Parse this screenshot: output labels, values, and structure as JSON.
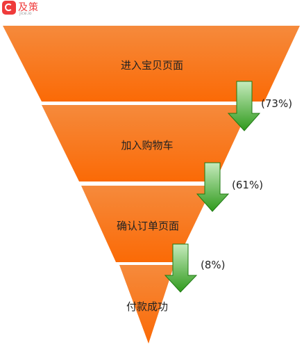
{
  "brand": {
    "name": "及策",
    "sub": "jice.io",
    "color": "#ef3b3b"
  },
  "funnel": {
    "stages": [
      {
        "label": "进入宝贝页面"
      },
      {
        "label": "加入购物车"
      },
      {
        "label": "确认订单页面"
      },
      {
        "label": "付款成功"
      }
    ],
    "conversions": [
      {
        "rate": "(73%)"
      },
      {
        "rate": "(61%)"
      },
      {
        "rate": "(8%)"
      }
    ],
    "colors": {
      "fill_light": "#f58a3c",
      "fill_dark": "#fb6a06",
      "arrow_light": "#c6ebbd",
      "arrow_dark": "#2f9a1c",
      "arrow_stroke": "#1f7a12"
    }
  }
}
